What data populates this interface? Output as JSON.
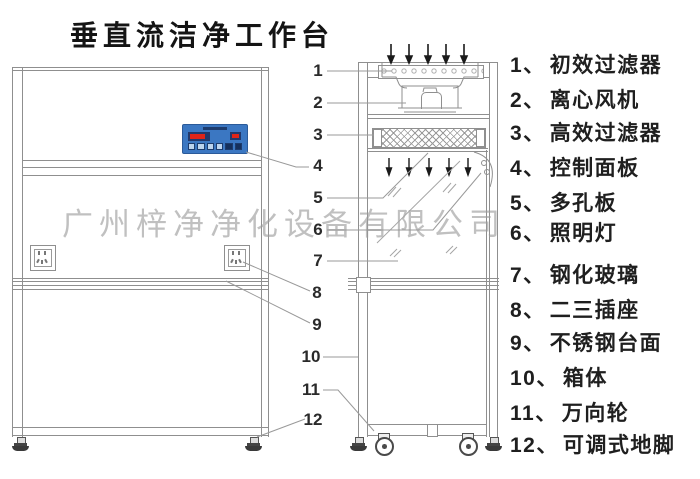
{
  "title": "垂直流洁净工作台",
  "watermark": "广州梓净净化设备有限公司",
  "callouts": [
    "1",
    "2",
    "3",
    "4",
    "5",
    "6",
    "7",
    "8",
    "9",
    "10",
    "11",
    "12"
  ],
  "legend": {
    "items": [
      {
        "num": "1、",
        "label": "初效过滤器"
      },
      {
        "num": "2、",
        "label": "离心风机"
      },
      {
        "num": "3、",
        "label": "高效过滤器"
      },
      {
        "num": "4、",
        "label": "控制面板"
      },
      {
        "num": "5、",
        "label": "多孔板"
      },
      {
        "num": "6、",
        "label": "照明灯"
      },
      {
        "num": "7、",
        "label": "钢化玻璃"
      },
      {
        "num": "8、",
        "label": "二三插座"
      },
      {
        "num": "9、",
        "label": "不锈钢台面"
      },
      {
        "num": "10、",
        "label": "箱体"
      },
      {
        "num": "11、",
        "label": "万向轮"
      },
      {
        "num": "12、",
        "label": "可调式地脚"
      }
    ]
  },
  "colors": {
    "line_gray": "#8f8f8f",
    "panel_blue": "#3b77c2",
    "display_red": "#e02418",
    "watermark_gray": "#9b9b9b",
    "arrow_black": "#1a1a1a"
  }
}
